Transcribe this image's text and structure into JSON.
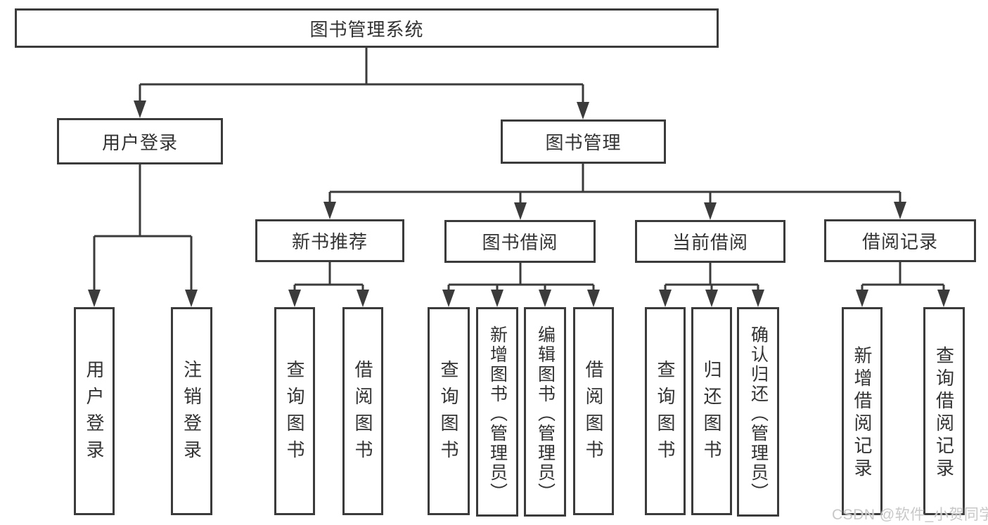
{
  "diagram": {
    "root": {
      "label": "图书管理系统"
    },
    "level2": [
      {
        "label": "用户登录"
      },
      {
        "label": "图书管理"
      }
    ],
    "level3": [
      {
        "label": "新书推荐"
      },
      {
        "label": "图书借阅"
      },
      {
        "label": "当前借阅"
      },
      {
        "label": "借阅记录"
      }
    ],
    "leaves": {
      "login": [
        {
          "label": "用户登录"
        },
        {
          "label": "注销登录"
        }
      ],
      "recommend": [
        {
          "label": "查询图书"
        },
        {
          "label": "借阅图书"
        }
      ],
      "borrow": [
        {
          "label": "查询图书"
        },
        {
          "label": "新增图书（管理员）"
        },
        {
          "label": "编辑图书（管理员）"
        },
        {
          "label": "借阅图书"
        }
      ],
      "current": [
        {
          "label": "查询图书"
        },
        {
          "label": "归还图书"
        },
        {
          "label": "确认归还（管理员）"
        }
      ],
      "records": [
        {
          "label": "新增借阅记录"
        },
        {
          "label": "查询借阅记录"
        }
      ]
    }
  },
  "watermark": {
    "text": "CSDN @软件_小贺同学"
  },
  "colors": {
    "line": "#3b3b3b",
    "text": "#333333",
    "watermark": "#c8c8c8",
    "background": "#ffffff"
  }
}
